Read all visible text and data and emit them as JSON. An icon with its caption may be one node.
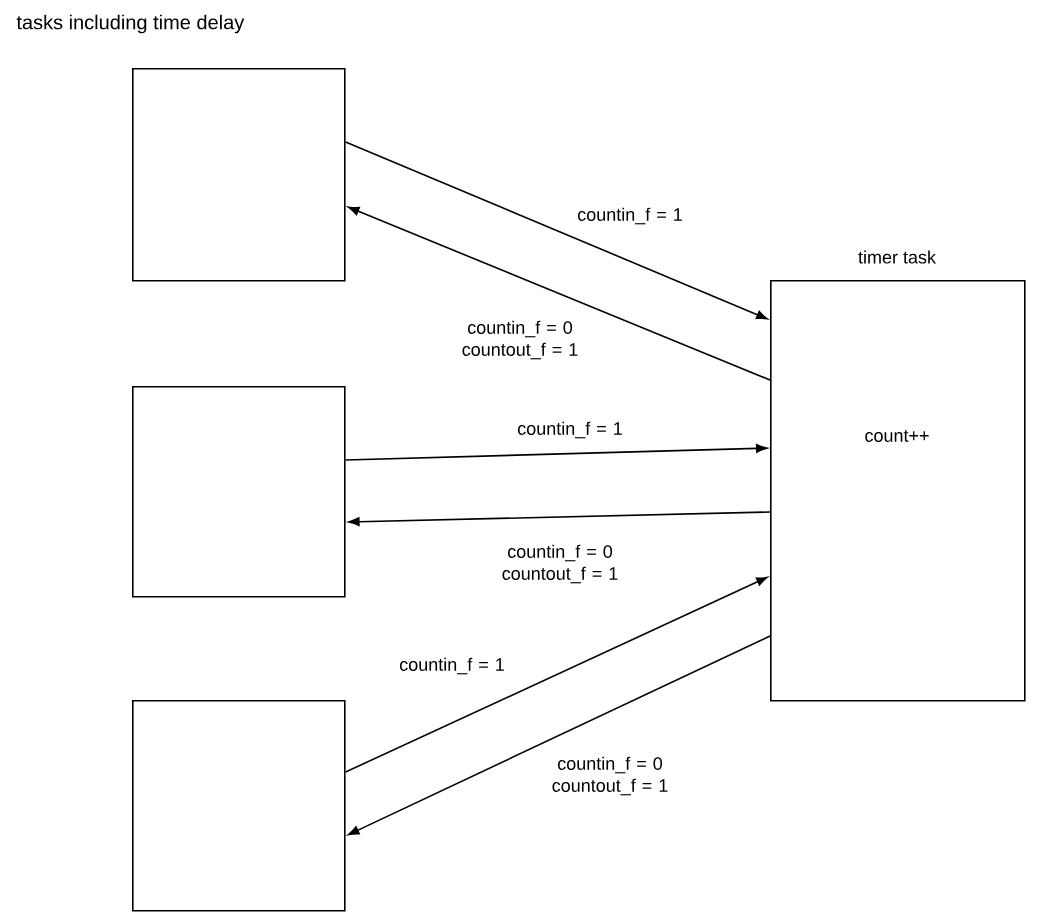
{
  "diagram": {
    "nodes": [
      {
        "text": [],
        "shape": "box"
      },
      {
        "text": [],
        "shape": "box"
      },
      {
        "text": [],
        "shape": "box"
      },
      {
        "text": [
          "timer task",
          "count++"
        ]
      }
    ],
    "edges": [
      {
        "from": 0,
        "to": 3,
        "arrow": "to",
        "label": "countin_f = 1"
      },
      {
        "from": 3,
        "to": 0,
        "arrow": "to",
        "label": "countin_f = 0 countout_f = 1"
      },
      {
        "from": 1,
        "to": 3,
        "arrow": "to",
        "label": "countin_f = 1"
      },
      {
        "from": 3,
        "to": 1,
        "arrow": "to",
        "label": "countin_f = 0 countout_f = 1"
      },
      {
        "from": 2,
        "to": 3,
        "arrow": "to",
        "label": "countin_f = 1"
      },
      {
        "from": 3,
        "to": 2,
        "arrow": "to",
        "label": "countin_f = 0 countout_f = 1"
      }
    ],
    "labels": [
      "tasks including time delay"
    ]
  }
}
